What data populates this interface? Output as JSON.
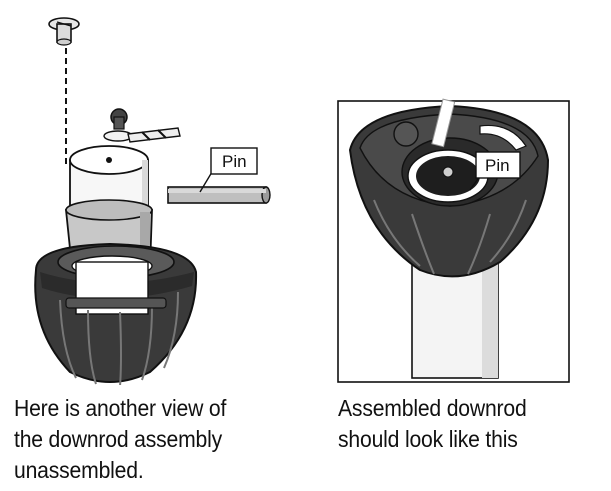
{
  "left_figure": {
    "pin_label": "Pin"
  },
  "right_figure": {
    "pin_label": "Pin"
  },
  "left_caption": {
    "lines": [
      "Here is another view of",
      "the downrod assembly",
      "unassembled."
    ]
  },
  "right_caption": {
    "lines": [
      "Assembled downrod",
      "should look like this"
    ]
  }
}
